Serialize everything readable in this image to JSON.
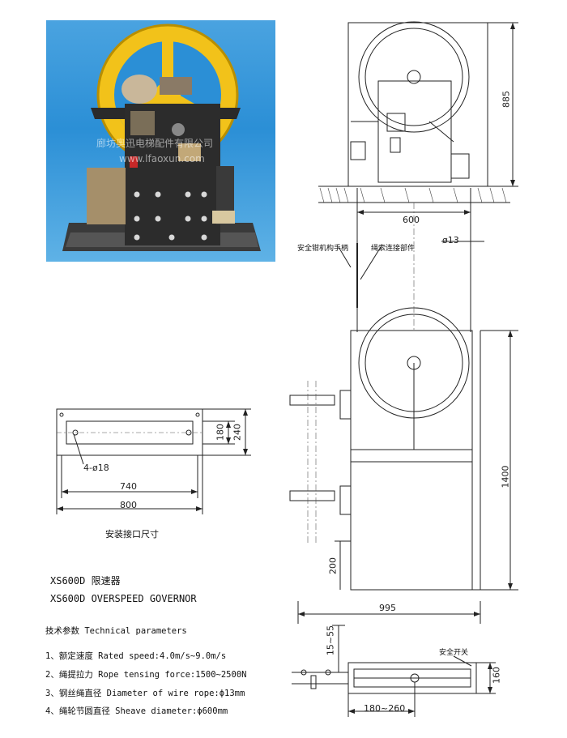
{
  "photo": {
    "watermark_cn": "廊坊奥迅电梯配件有限公司",
    "watermark_url": "www.lfaoxun.com"
  },
  "front_view": {
    "dim_height": "885",
    "dim_width": "600",
    "dim_rope": "ø13",
    "dim_pit_height": "1400",
    "dim_bottom": "200",
    "dim_total_width": "995",
    "label_safety_handle": "安全钳机构手柄",
    "label_rope_connector": "绳索连接部件"
  },
  "mount_view": {
    "dim_180": "180",
    "dim_240": "240",
    "dim_holes": "4-ø18",
    "dim_740": "740",
    "dim_800": "800",
    "caption": "安装接口尺寸"
  },
  "title": {
    "cn": "XS600D 限速器",
    "en": "XS600D OVERSPEED GOVERNOR"
  },
  "params": {
    "heading": "技术参数 Technical parameters",
    "items": [
      "1、额定速度 Rated speed:4.0m/s~9.0m/s",
      "2、绳提拉力 Rope tensing force:1500~2500N",
      "3、钢丝绳直径 Diameter of wire rope:ϕ13mm",
      "4、绳轮节圆直径 Sheave diameter:ϕ600mm"
    ]
  },
  "top_view": {
    "dim_15_55": "15~55",
    "dim_160": "160",
    "dim_180_260": "180~260",
    "label_safety_switch": "安全开关"
  }
}
